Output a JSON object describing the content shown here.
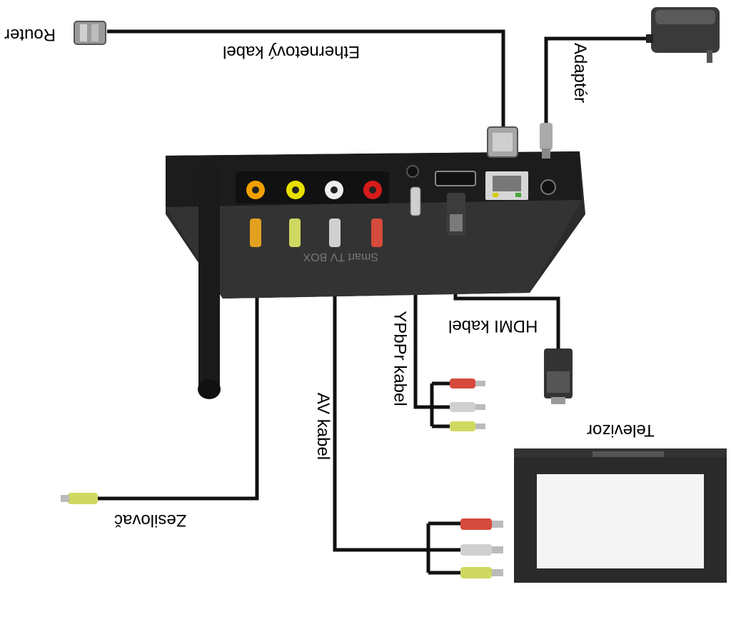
{
  "labels": {
    "router": "Router",
    "ethernet_cable": "Ethernetový kabel",
    "adapter": "Adaptér",
    "hdmi_cable": "HDMI kabel",
    "ypbpr_cable": "YPbPr kabel",
    "av_cable": "AV kabel",
    "amplifier": "Zesilovač",
    "television": "Televizor",
    "device_marking": "Smart TV BOX"
  },
  "colors": {
    "device_body": "#2b2b2b",
    "cable": "#111111",
    "rca_yellow": "#e8e000",
    "rca_white": "#eeeeee",
    "rca_red": "#d81b1b",
    "rca_orange": "#f0a000",
    "tv_screen": "#f4f4f4"
  }
}
